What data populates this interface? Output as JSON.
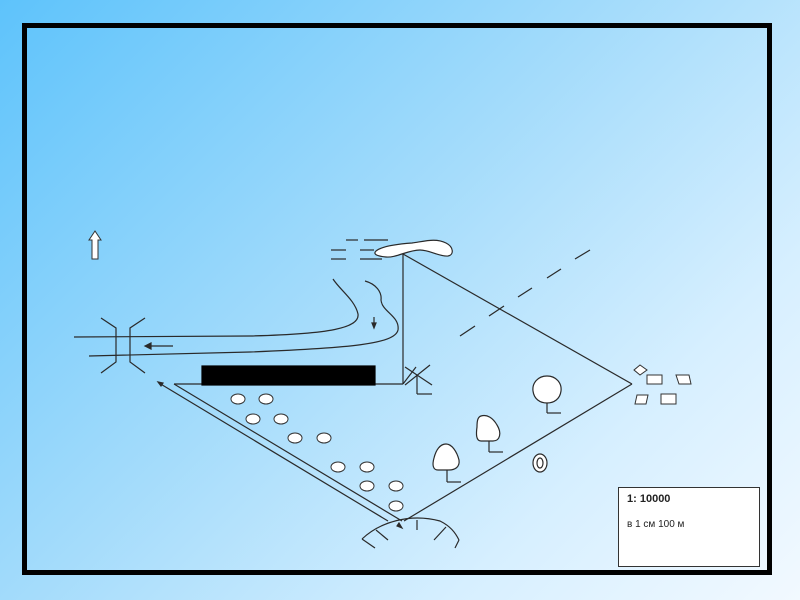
{
  "map": {
    "title": "",
    "legend": {
      "scale": "1: 10000",
      "description": "в 1 см 100 м"
    },
    "symbols": [
      {
        "name": "north-arrow",
        "meaning": "north direction"
      },
      {
        "name": "bridge",
        "meaning": "bridge over river"
      },
      {
        "name": "river",
        "meaning": "river with flow direction arrows"
      },
      {
        "name": "lake-spring",
        "meaning": "water body with marsh lines"
      },
      {
        "name": "building",
        "meaning": "black rectangle structure"
      },
      {
        "name": "orchard",
        "meaning": "rows of oval shrubs"
      },
      {
        "name": "deciduous-trees",
        "meaning": "standalone trees"
      },
      {
        "name": "well",
        "meaning": "concentric oval"
      },
      {
        "name": "windmill",
        "meaning": "X-shaped symbol"
      },
      {
        "name": "settlement",
        "meaning": "small house squares"
      },
      {
        "name": "power-line",
        "meaning": "dashed line"
      },
      {
        "name": "ravine",
        "meaning": "curved arc with ticks"
      }
    ]
  },
  "colors": {
    "line": "#2a2a2a",
    "fill_white": "#ffffff",
    "building": "#000000"
  }
}
